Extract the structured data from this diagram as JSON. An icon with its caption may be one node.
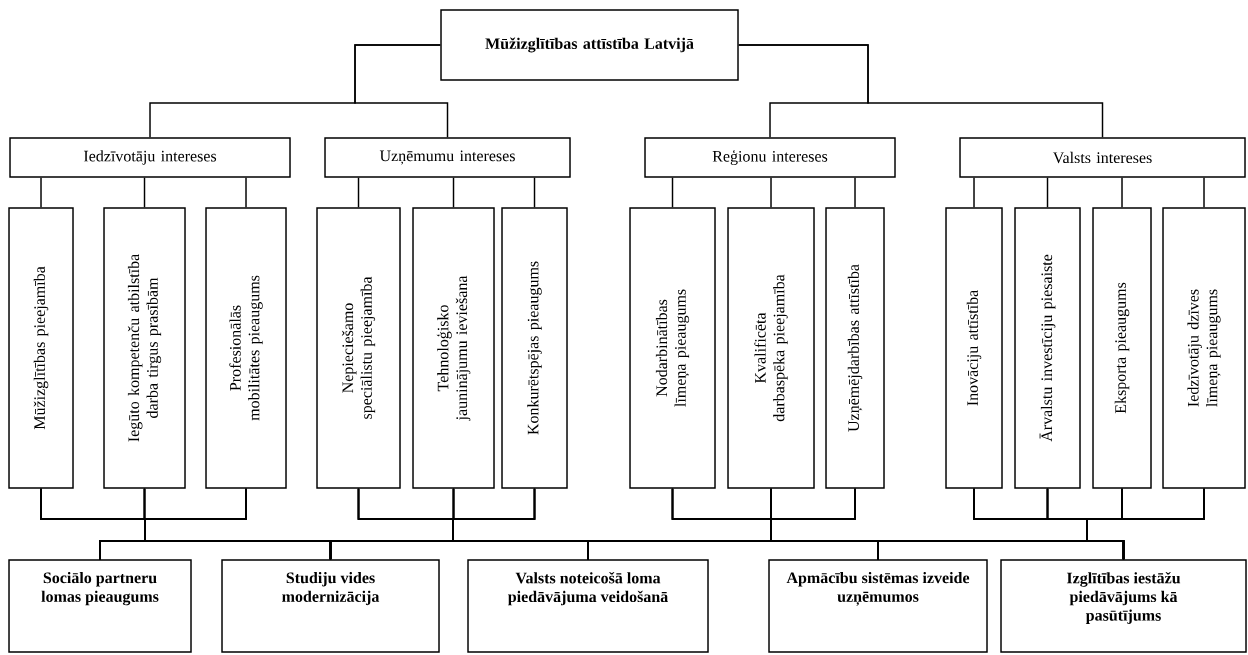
{
  "diagram": {
    "nodes": [
      {
        "text": [
          "Mūžizglītības attīstība Latvijā"
        ]
      },
      {
        "text": [
          "Iedzīvotāju intereses"
        ]
      },
      {
        "text": [
          "Uzņēmumu intereses"
        ]
      },
      {
        "text": [
          "Reģionu intereses"
        ]
      },
      {
        "text": [
          "Valsts intereses"
        ]
      },
      {
        "text": [
          "Mūžizglītības pieejamība"
        ]
      },
      {
        "text": [
          "Iegūto kompetenču atbilstība darba tirgus prasībām"
        ]
      },
      {
        "text": [
          "Profesionālās mobilitātes pieaugums"
        ]
      },
      {
        "text": [
          "Nepieciešamo speciālistu pieejamība"
        ]
      },
      {
        "text": [
          "Tehnoloģisko jauninājumu ieviešana"
        ]
      },
      {
        "text": [
          "Konkurētspējas pieaugums"
        ]
      },
      {
        "text": [
          "Nodarbinātības līmeņa pieaugums"
        ]
      },
      {
        "text": [
          "Kvalificēta darbaspēka pieejamība"
        ]
      },
      {
        "text": [
          "Uzņēmējdarbības attīstība"
        ]
      },
      {
        "text": [
          "Inovāciju attīstība"
        ]
      },
      {
        "text": [
          "Ārvalstu investīciju piesaiste"
        ]
      },
      {
        "text": [
          "Eksporta pieaugums"
        ]
      },
      {
        "text": [
          "Iedzīvotāju dzīves līmeņa pieaugums"
        ]
      },
      {
        "text": [
          "Sociālo partneru lomas pieaugums"
        ]
      },
      {
        "text": [
          "Studiju vides modernizācija"
        ]
      },
      {
        "text": [
          "Valsts noteicošā loma piedāvājuma veidošanā"
        ]
      },
      {
        "text": [
          "Apmācību sistēmas izveide uzņēmumos"
        ]
      },
      {
        "text": [
          "Izglītības iestāžu piedāvājums kā pasūtījums"
        ]
      }
    ],
    "edges": [
      {
        "from": 0,
        "to": 1,
        "arrow": "none"
      },
      {
        "from": 0,
        "to": 2,
        "arrow": "none"
      },
      {
        "from": 0,
        "to": 3,
        "arrow": "none"
      },
      {
        "from": 0,
        "to": 4,
        "arrow": "none"
      },
      {
        "from": 1,
        "to": 5,
        "arrow": "none"
      },
      {
        "from": 1,
        "to": 6,
        "arrow": "none"
      },
      {
        "from": 1,
        "to": 7,
        "arrow": "none"
      },
      {
        "from": 2,
        "to": 8,
        "arrow": "none"
      },
      {
        "from": 2,
        "to": 9,
        "arrow": "none"
      },
      {
        "from": 2,
        "to": 10,
        "arrow": "none"
      },
      {
        "from": 3,
        "to": 11,
        "arrow": "none"
      },
      {
        "from": 3,
        "to": 12,
        "arrow": "none"
      },
      {
        "from": 3,
        "to": 13,
        "arrow": "none"
      },
      {
        "from": 4,
        "to": 14,
        "arrow": "none"
      },
      {
        "from": 4,
        "to": 15,
        "arrow": "none"
      },
      {
        "from": 4,
        "to": 16,
        "arrow": "none"
      },
      {
        "from": 4,
        "to": 17,
        "arrow": "none"
      },
      {
        "from": 5,
        "to": 18,
        "arrow": "none"
      },
      {
        "from": 5,
        "to": 19,
        "arrow": "none"
      },
      {
        "from": 5,
        "to": 20,
        "arrow": "none"
      },
      {
        "from": 5,
        "to": 21,
        "arrow": "none"
      },
      {
        "from": 5,
        "to": 22,
        "arrow": "none"
      },
      {
        "from": 6,
        "to": 18,
        "arrow": "none"
      },
      {
        "from": 6,
        "to": 19,
        "arrow": "none"
      },
      {
        "from": 6,
        "to": 20,
        "arrow": "none"
      },
      {
        "from": 6,
        "to": 21,
        "arrow": "none"
      },
      {
        "from": 6,
        "to": 22,
        "arrow": "none"
      },
      {
        "from": 7,
        "to": 18,
        "arrow": "none"
      },
      {
        "from": 7,
        "to": 19,
        "arrow": "none"
      },
      {
        "from": 7,
        "to": 20,
        "arrow": "none"
      },
      {
        "from": 7,
        "to": 21,
        "arrow": "none"
      },
      {
        "from": 7,
        "to": 22,
        "arrow": "none"
      },
      {
        "from": 8,
        "to": 18,
        "arrow": "none"
      },
      {
        "from": 8,
        "to": 19,
        "arrow": "none"
      },
      {
        "from": 8,
        "to": 20,
        "arrow": "none"
      },
      {
        "from": 8,
        "to": 21,
        "arrow": "none"
      },
      {
        "from": 8,
        "to": 22,
        "arrow": "none"
      },
      {
        "from": 9,
        "to": 18,
        "arrow": "none"
      },
      {
        "from": 9,
        "to": 19,
        "arrow": "none"
      },
      {
        "from": 9,
        "to": 20,
        "arrow": "none"
      },
      {
        "from": 9,
        "to": 21,
        "arrow": "none"
      },
      {
        "from": 9,
        "to": 22,
        "arrow": "none"
      },
      {
        "from": 10,
        "to": 18,
        "arrow": "none"
      },
      {
        "from": 10,
        "to": 19,
        "arrow": "none"
      },
      {
        "from": 10,
        "to": 20,
        "arrow": "none"
      },
      {
        "from": 10,
        "to": 21,
        "arrow": "none"
      },
      {
        "from": 10,
        "to": 22,
        "arrow": "none"
      },
      {
        "from": 11,
        "to": 18,
        "arrow": "none"
      },
      {
        "from": 11,
        "to": 19,
        "arrow": "none"
      },
      {
        "from": 11,
        "to": 20,
        "arrow": "none"
      },
      {
        "from": 11,
        "to": 21,
        "arrow": "none"
      },
      {
        "from": 11,
        "to": 22,
        "arrow": "none"
      },
      {
        "from": 12,
        "to": 18,
        "arrow": "none"
      },
      {
        "from": 12,
        "to": 19,
        "arrow": "none"
      },
      {
        "from": 12,
        "to": 20,
        "arrow": "none"
      },
      {
        "from": 12,
        "to": 21,
        "arrow": "none"
      },
      {
        "from": 12,
        "to": 22,
        "arrow": "none"
      },
      {
        "from": 13,
        "to": 18,
        "arrow": "none"
      },
      {
        "from": 13,
        "to": 19,
        "arrow": "none"
      },
      {
        "from": 13,
        "to": 20,
        "arrow": "none"
      },
      {
        "from": 13,
        "to": 21,
        "arrow": "none"
      },
      {
        "from": 13,
        "to": 22,
        "arrow": "none"
      },
      {
        "from": 14,
        "to": 18,
        "arrow": "none"
      },
      {
        "from": 14,
        "to": 19,
        "arrow": "none"
      },
      {
        "from": 14,
        "to": 20,
        "arrow": "none"
      },
      {
        "from": 14,
        "to": 21,
        "arrow": "none"
      },
      {
        "from": 14,
        "to": 22,
        "arrow": "none"
      },
      {
        "from": 15,
        "to": 18,
        "arrow": "none"
      },
      {
        "from": 15,
        "to": 19,
        "arrow": "none"
      },
      {
        "from": 15,
        "to": 20,
        "arrow": "none"
      },
      {
        "from": 15,
        "to": 21,
        "arrow": "none"
      },
      {
        "from": 15,
        "to": 22,
        "arrow": "none"
      },
      {
        "from": 16,
        "to": 18,
        "arrow": "none"
      },
      {
        "from": 16,
        "to": 19,
        "arrow": "none"
      },
      {
        "from": 16,
        "to": 20,
        "arrow": "none"
      },
      {
        "from": 16,
        "to": 21,
        "arrow": "none"
      },
      {
        "from": 16,
        "to": 22,
        "arrow": "none"
      },
      {
        "from": 17,
        "to": 18,
        "arrow": "none"
      },
      {
        "from": 17,
        "to": 19,
        "arrow": "none"
      },
      {
        "from": 17,
        "to": 20,
        "arrow": "none"
      },
      {
        "from": 17,
        "to": 21,
        "arrow": "none"
      },
      {
        "from": 17,
        "to": 22,
        "arrow": "none"
      }
    ]
  }
}
